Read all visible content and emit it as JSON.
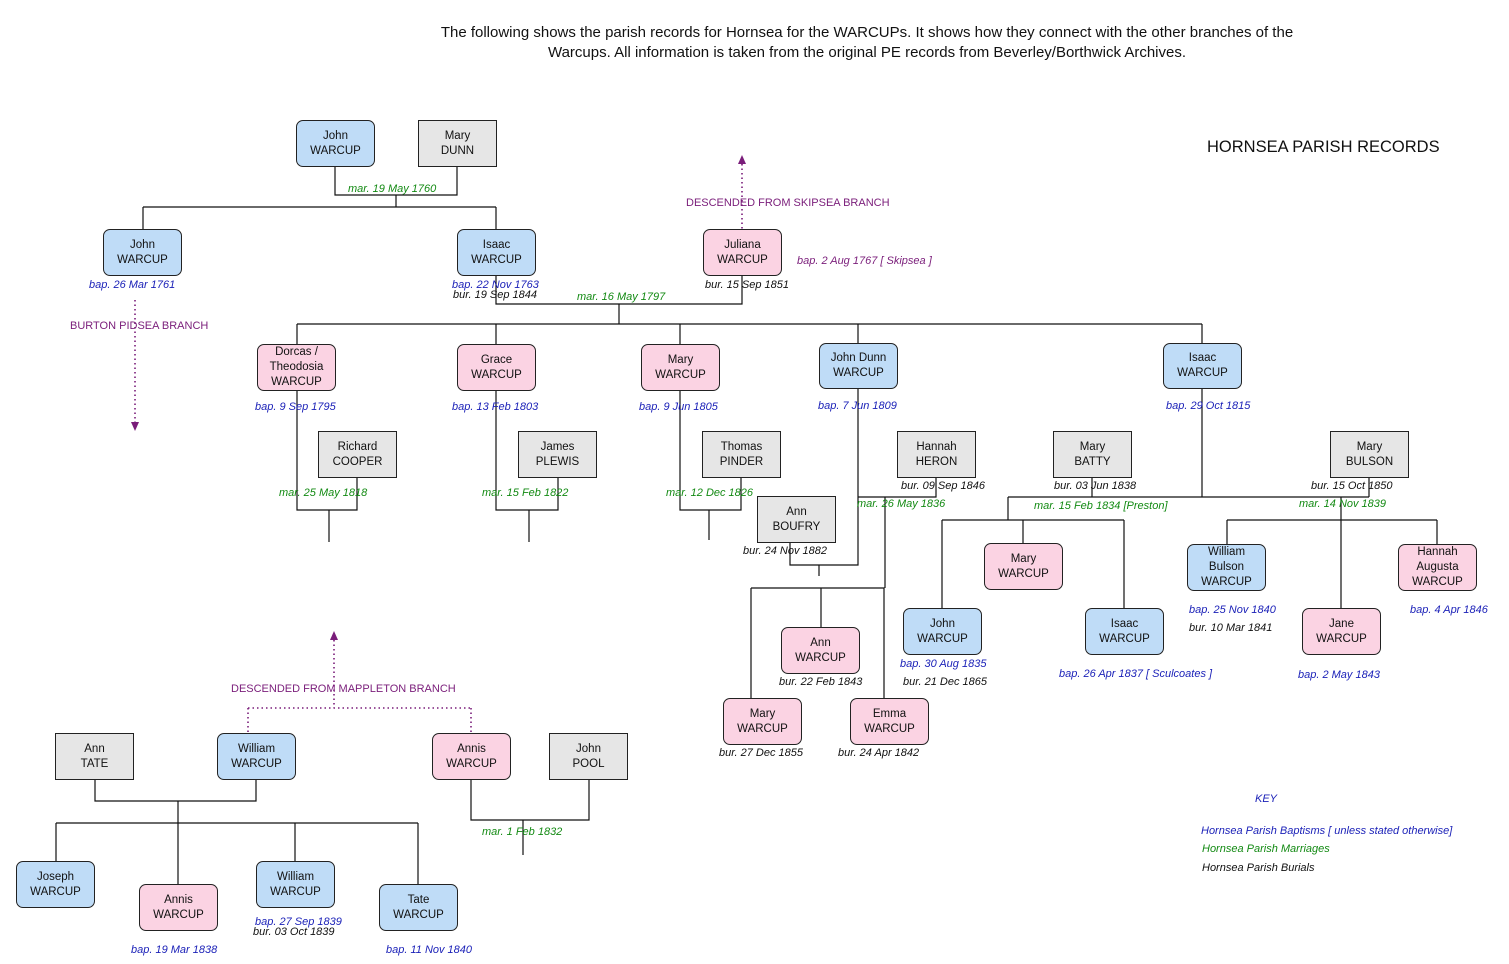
{
  "header": {
    "line1": "The following shows the parish records for Hornsea for the WARCUPs. It shows how they connect with the other branches of the",
    "line2": "Warcups. All information is taken from the original PE records from Beverley/Borthwick Archives."
  },
  "title": "HORNSEA PARISH RECORDS",
  "colors": {
    "male": "#bfdcf7",
    "female": "#fbd3e3",
    "spouse": "#e6e6e6",
    "baptism": "#1c22b8",
    "marriage": "#138a13",
    "burial": "#111111",
    "branch": "#7a1d7a"
  },
  "people": {
    "john_sr": [
      "John",
      "WARCUP"
    ],
    "mary_dunn": [
      "Mary",
      "DUNN"
    ],
    "john_jr": [
      "John",
      "WARCUP"
    ],
    "isaac_sr": [
      "Isaac",
      "WARCUP"
    ],
    "juliana": [
      "Juliana",
      "WARCUP"
    ],
    "dorcas": [
      "Dorcas /",
      "Theodosia",
      "WARCUP"
    ],
    "grace": [
      "Grace",
      "WARCUP"
    ],
    "mary_1805": [
      "Mary",
      "WARCUP"
    ],
    "john_dunn": [
      "John Dunn",
      "WARCUP"
    ],
    "isaac_1815": [
      "Isaac",
      "WARCUP"
    ],
    "richard_cooper": [
      "Richard",
      "COOPER"
    ],
    "james_plewis": [
      "James",
      "PLEWIS"
    ],
    "thomas_pinder": [
      "Thomas",
      "PINDER"
    ],
    "hannah_heron": [
      "Hannah",
      "HERON"
    ],
    "mary_batty": [
      "Mary",
      "BATTY"
    ],
    "mary_bulson": [
      "Mary",
      "BULSON"
    ],
    "ann_boufry": [
      "Ann",
      "BOUFRY"
    ],
    "mary_warcup_b": [
      "Mary",
      "WARCUP"
    ],
    "william_bulson": [
      "William",
      "Bulson",
      "WARCUP"
    ],
    "hannah_augusta": [
      "Hannah",
      "Augusta",
      "WARCUP"
    ],
    "ann_warcup": [
      "Ann",
      "WARCUP"
    ],
    "john_1835": [
      "John",
      "WARCUP"
    ],
    "isaac_1837": [
      "Isaac",
      "WARCUP"
    ],
    "jane": [
      "Jane",
      "WARCUP"
    ],
    "mary_1855": [
      "Mary",
      "WARCUP"
    ],
    "emma": [
      "Emma",
      "WARCUP"
    ],
    "ann_tate": [
      "Ann",
      "TATE"
    ],
    "william_sr": [
      "William",
      "WARCUP"
    ],
    "annis_sr": [
      "Annis",
      "WARCUP"
    ],
    "john_pool": [
      "John",
      "POOL"
    ],
    "joseph": [
      "Joseph",
      "WARCUP"
    ],
    "annis_jr": [
      "Annis",
      "WARCUP"
    ],
    "william_jr": [
      "William",
      "WARCUP"
    ],
    "tate": [
      "Tate",
      "WARCUP"
    ]
  },
  "events": {
    "mar_1760": "mar. 19 May 1760",
    "bap_john_1761": "bap. 26 Mar 1761",
    "bap_isaac_1763": "bap. 22 Nov 1763",
    "bur_isaac_1844": "bur. 19 Sep 1844",
    "mar_1797": "mar. 16 May 1797",
    "bap_juliana": "bap. 2 Aug 1767",
    "bap_juliana_place": "[ Skipsea ]",
    "bur_juliana": "bur. 15 Sep 1851",
    "bap_dorcas": "bap. 9 Sep 1795",
    "bap_grace": "bap. 13 Feb 1803",
    "bap_mary_1805": "bap. 9 Jun 1805",
    "bap_john_dunn": "bap. 7 Jun 1809",
    "bap_isaac_1815": "bap. 29 Oct 1815",
    "mar_1818": "mar. 25 May 1818",
    "mar_1822": "mar. 15 Feb 1822",
    "mar_1826": "mar. 12 Dec 1826",
    "bur_heron": "bur. 09 Sep 1846",
    "mar_1836": "mar. 26 May 1836",
    "bur_batty": "bur. 03 Jun 1838",
    "mar_1834": "mar. 15 Feb 1834 [Preston]",
    "bur_bulson": "bur. 15 Oct 1850",
    "mar_1839": "mar. 14 Nov 1839",
    "bur_boufry": "bur. 24 Nov 1882",
    "bap_william_bulson": "bap. 25 Nov 1840",
    "bur_william_bulson": "bur. 10 Mar 1841",
    "bap_hannah_augusta": "bap. 4 Apr 1846",
    "bur_ann_1843": "bur. 22 Feb 1843",
    "bap_john_1835": "bap. 30 Aug 1835",
    "bur_john_1865": "bur. 21 Dec 1865",
    "bap_isaac_1837": "bap. 26 Apr 1837 [ Sculcoates ]",
    "bap_jane": "bap. 2 May 1843",
    "bur_mary_1855": "bur. 27 Dec 1855",
    "bur_emma": "bur. 24 Apr 1842",
    "mar_1832": "mar. 1 Feb 1832",
    "bap_william_1839": "bap. 27 Sep 1839",
    "bur_william_1839": "bur. 03 Oct 1839",
    "bap_annis_1838": "bap. 19 Mar 1838",
    "bap_tate_1840": "bap. 11 Nov 1840"
  },
  "branches": {
    "skipsea": "DESCENDED FROM SKIPSEA BRANCH",
    "burton": "BURTON PIDSEA BRANCH",
    "mappleton": "DESCENDED FROM MAPPLETON BRANCH"
  },
  "key": {
    "title": "KEY",
    "baptisms": "Hornsea Parish Baptisms [ unless stated otherwise]",
    "marriages": "Hornsea Parish Marriages",
    "burials": "Hornsea Parish Burials"
  }
}
